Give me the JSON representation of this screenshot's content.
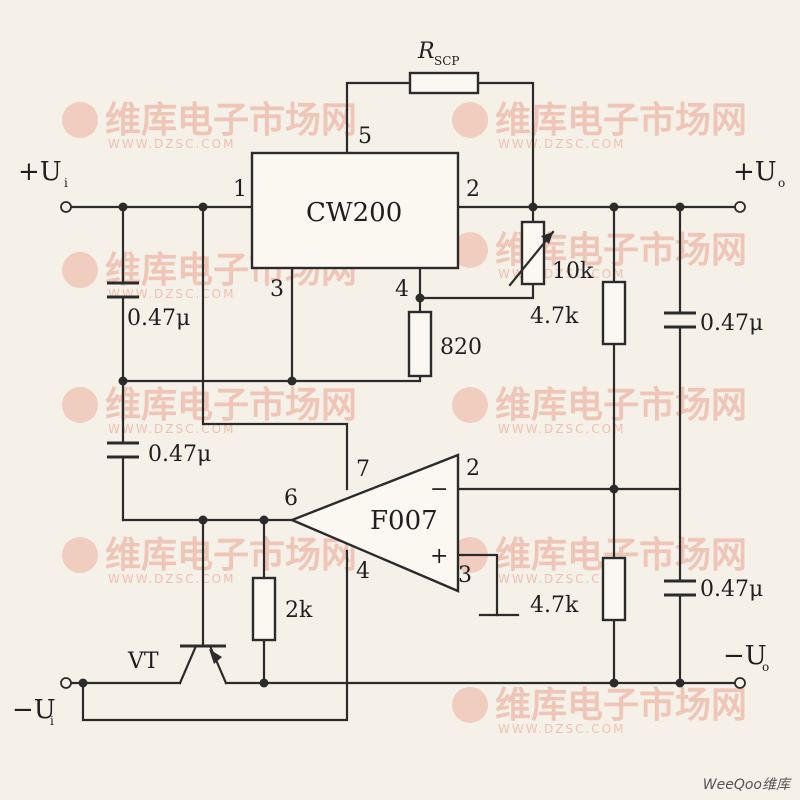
{
  "watermark": {
    "brand_cn": "维库电子市场网",
    "url": "WWW.DZSC.COM",
    "footer": "WeeQoo维库"
  },
  "regulator": {
    "name": "CW200",
    "pins": {
      "in": "1",
      "out": "2",
      "gnd": "3",
      "adj": "4",
      "sense": "5"
    }
  },
  "opamp": {
    "name": "F007",
    "pins": {
      "inv": "2",
      "noninv": "3",
      "neg": "4",
      "out": "6",
      "pos": "7"
    },
    "inv_sign": "−",
    "noninv_sign": "+"
  },
  "resistors": {
    "rscp": {
      "main": "R",
      "sub": "SCP"
    },
    "pot": "10k",
    "r820": "820",
    "r4k7_top": "4.7k",
    "r4k7_bottom": "4.7k",
    "r2k": "2k"
  },
  "capacitors": {
    "c_in_top": "0.47μ",
    "c_in_bottom": "0.47μ",
    "c_out_top": "0.47μ",
    "c_out_bottom": "0.47μ"
  },
  "transistor": "VT",
  "terminals": {
    "vin_pos": {
      "sign": "+U",
      "sub": "i"
    },
    "vout_pos": {
      "sign": "+U",
      "sub": "o"
    },
    "vin_neg": {
      "sign": "−U",
      "sub": "i"
    },
    "vout_neg": {
      "sign": "−U",
      "sub": "o"
    }
  }
}
